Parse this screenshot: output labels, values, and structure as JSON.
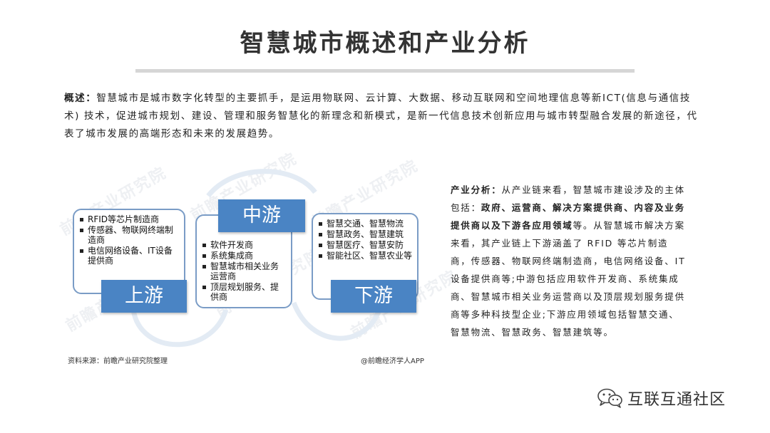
{
  "title": "智慧城市概述和产业分析",
  "overview": {
    "lead": "概述：",
    "text": "智慧城市是城市数字化转型的主要抓手，是运用物联网、云计算、大数据、移动互联网和空间地理信息等新ICT(信息与通信技术) 技术，促进城市规划、建设、管理和服务智慧化的新理念和新模式，是新一代信息技术创新应用与城市转型融合发展的新途径，代表了城市发展的高端形态和未来的发展趋势。"
  },
  "figure": {
    "upstream": {
      "label": "上游",
      "items": [
        "RFID等芯片制造商",
        "传感器、物联网终端制造商",
        "电信网络设备、IT设备提供商"
      ]
    },
    "midstream": {
      "label": "中游",
      "items": [
        "软件开发商",
        "系统集成商",
        "智慧城市相关业务运营商",
        "顶层规划服务、提供商"
      ]
    },
    "downstream": {
      "label": "下游",
      "items": [
        "智慧交通、智慧物流",
        "智慧政务、智慧建筑",
        "智慧医疗、智慧安防",
        "智能社区、智慧农业等"
      ]
    },
    "source": "资料来源：前瞻产业研究院整理",
    "brand": "@前瞻经济学人APP",
    "watermark": "前瞻产业研究院"
  },
  "analysis": {
    "lead": "产业分析：",
    "part1": "从产业链来看，智慧城市建设涉及的主体包括：",
    "bold": "政府、运营商、解决方案提供商、内容及业务提供商以及下游各应用领域",
    "part2": "等。从智慧城市解决方案来看，其产业链上下游涵盖了 RFID 等芯片制造商，传感器、物联网终端制造商，电信网络设备、IT 设备提供商等;中游包括应用软件开发商、系统集成商、智慧城市相关业务运营商以及顶层规划服务提供商等多种科技型企业;下游应用领域包括智慧交通、智慧物流、智慧政务、智慧建筑等。"
  },
  "brand": {
    "label": "互联互通社区",
    "icon": "wechat-icon"
  },
  "colors": {
    "accent": "#4a84c4",
    "box_border": "#7a9cc6",
    "arc": "#e3ebf4",
    "title_rule": "#d6d6d6"
  }
}
